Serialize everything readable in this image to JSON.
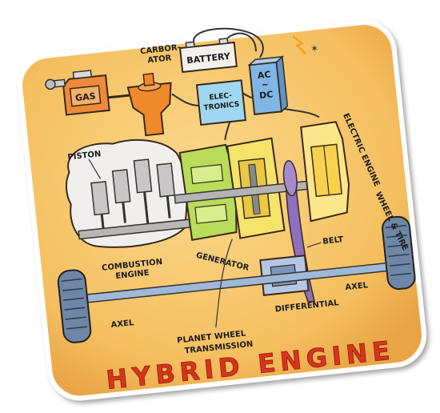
{
  "labels": {
    "gas": "GAS",
    "carborator_line1": "CARBOR-",
    "carborator_line2": "ATOR",
    "battery": "BATTERY",
    "electronics_line1": "ELEC-",
    "electronics_line2": "TRONICS",
    "acdc_line1": "AC",
    "acdc_line2": "~",
    "acdc_line3": "DC",
    "piston": "PISTON",
    "electric_engine": "ELECTRIC ENGINE",
    "wheel_tire": "WHEEL & TIRE",
    "combustion_line1": "COMBUSTION",
    "combustion_line2": "ENGINE",
    "generator": "GENERATOR",
    "belt": "BELT",
    "axel_right": "AXEL",
    "axel_left": "AXEL",
    "differential": "DIFFERENTIAL",
    "planet_line1": "PLANET WHEEL",
    "planet_line2": "TRANSMISSION"
  },
  "title": "HYBRID ENGINE",
  "colors": {
    "board": "#f7c66b",
    "board_edge": "#e9a94a",
    "title": "#d8341c",
    "gas_tank": "#ee8a3a",
    "carborator": "#f08a2c",
    "electronics": "#9fd6f0",
    "acdc": "#7fb6e6",
    "generator": "#b9dc5a",
    "gear": "#f5e36a",
    "electric_engine": "#fbe68a",
    "tire": "#6f86a6",
    "belt": "#8f6fc0",
    "engine_block": "#f1efee"
  },
  "icons": [
    "spark-icon",
    "wheel-icon",
    "gear-icon"
  ]
}
